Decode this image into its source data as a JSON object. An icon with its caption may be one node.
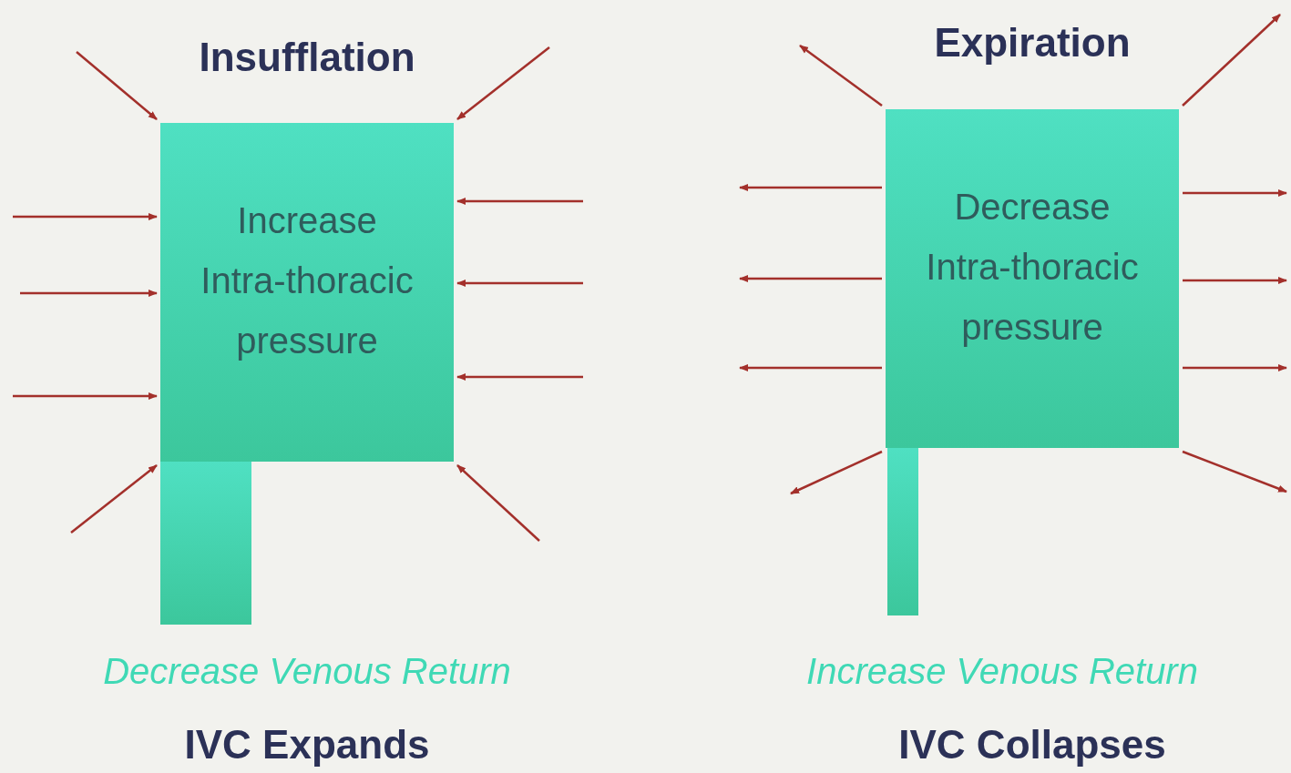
{
  "diagram": {
    "nodes": [
      {
        "text": [
          "Increase Intra-thoracic pressure"
        ]
      },
      {
        "text": [],
        "shape": "box"
      },
      {
        "text": [
          "Decrease Intra-thoracic pressure"
        ]
      },
      {
        "text": [],
        "shape": "box"
      }
    ],
    "edges": [
      {
        "from": null,
        "to": 0,
        "arrow": "to"
      },
      {
        "from": null,
        "to": 0,
        "arrow": "to"
      },
      {
        "from": null,
        "to": 0,
        "arrow": "to"
      },
      {
        "from": null,
        "to": 0,
        "arrow": "to"
      },
      {
        "from": null,
        "to": 0,
        "arrow": "to"
      },
      {
        "from": null,
        "to": 0,
        "arrow": "to"
      },
      {
        "from": null,
        "to": 0,
        "arrow": "to"
      },
      {
        "from": null,
        "to": 0,
        "arrow": "to"
      },
      {
        "from": null,
        "to": 0,
        "arrow": "to"
      },
      {
        "from": null,
        "to": 0,
        "arrow": "to"
      },
      {
        "from": 2,
        "to": null,
        "arrow": "to"
      },
      {
        "from": 2,
        "to": null,
        "arrow": "to"
      },
      {
        "from": 2,
        "to": null,
        "arrow": "to"
      },
      {
        "from": 2,
        "to": null,
        "arrow": "to"
      },
      {
        "from": 2,
        "to": null,
        "arrow": "to"
      },
      {
        "from": 2,
        "to": null,
        "arrow": "to"
      },
      {
        "from": 2,
        "to": null,
        "arrow": "to"
      },
      {
        "from": 2,
        "to": null,
        "arrow": "to"
      },
      {
        "from": 2,
        "to": null,
        "arrow": "to"
      },
      {
        "from": 2,
        "to": null,
        "arrow": "to"
      }
    ],
    "labels": [
      "Insufflation",
      "Expiration",
      "Decrease Venous Return",
      "Increase Venous Return",
      "IVC Expands",
      "IVC Collapses"
    ]
  }
}
